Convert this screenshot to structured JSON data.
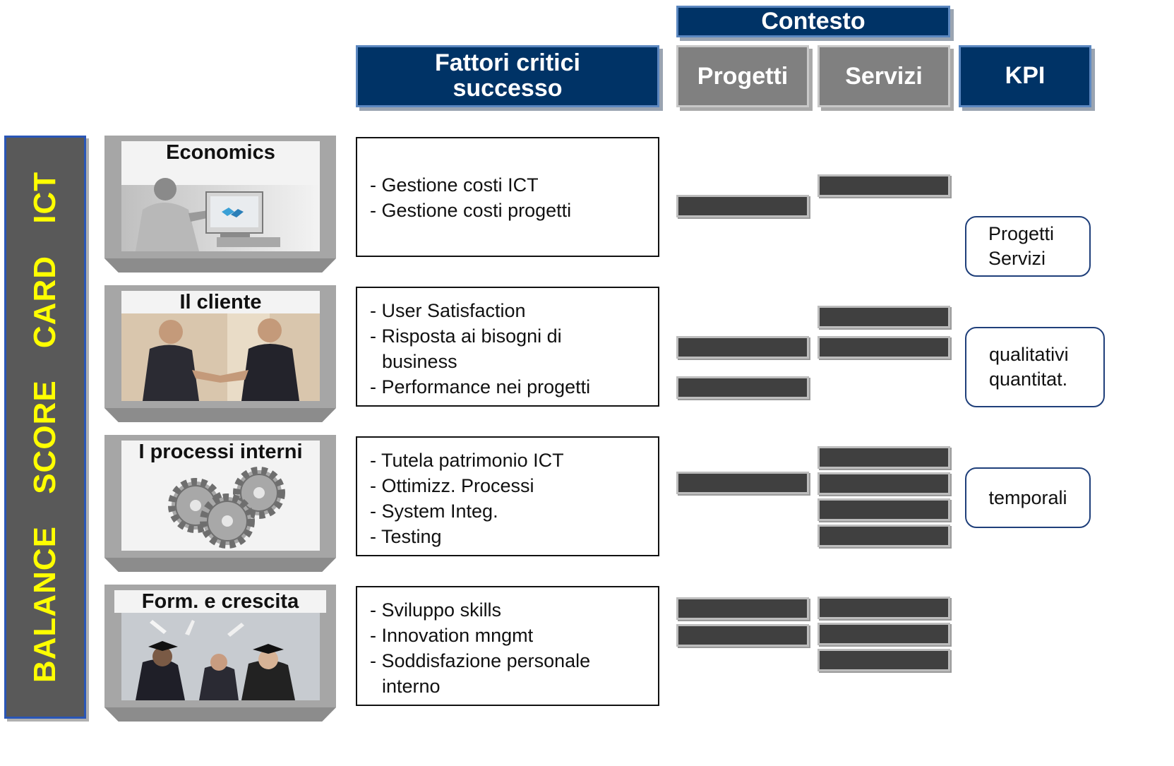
{
  "headers": {
    "contesto": "Contesto",
    "fattori": [
      "Fattori critici",
      "successo"
    ],
    "progetti": "Progetti",
    "servizi": "Servizi",
    "kpi": "KPI"
  },
  "banner": "BALANCE SCORE CARD ICT",
  "areas": [
    {
      "title": "Economics",
      "image": "business-man-with-chart",
      "factors": [
        "- Gestione costi ICT",
        "- Gestione costi progetti"
      ]
    },
    {
      "title": "Il cliente",
      "image": "handshake",
      "factors": [
        "- User Satisfaction",
        "- Risposta ai bisogni di",
        "  business",
        "- Performance nei progetti"
      ]
    },
    {
      "title": "I processi interni",
      "image": "gears",
      "factors": [
        "- Tutela patrimonio ICT",
        "- Ottimizz. Processi",
        "- System Integ.",
        "- Testing"
      ]
    },
    {
      "title": "Form. e crescita",
      "image": "graduates",
      "factors": [
        "- Sviluppo skills",
        "- Innovation mngmt",
        "- Soddisfazione personale",
        "  interno"
      ]
    }
  ],
  "kpi_boxes": [
    [
      "Progetti",
      "Servizi"
    ],
    [
      "qualitativi",
      "quantitat."
    ],
    [
      "temporali"
    ]
  ],
  "colors": {
    "header_blue": "#003366",
    "header_gray": "#808080",
    "banner_bg": "#595959",
    "banner_text": "#ffff00",
    "bar": "#404040"
  }
}
